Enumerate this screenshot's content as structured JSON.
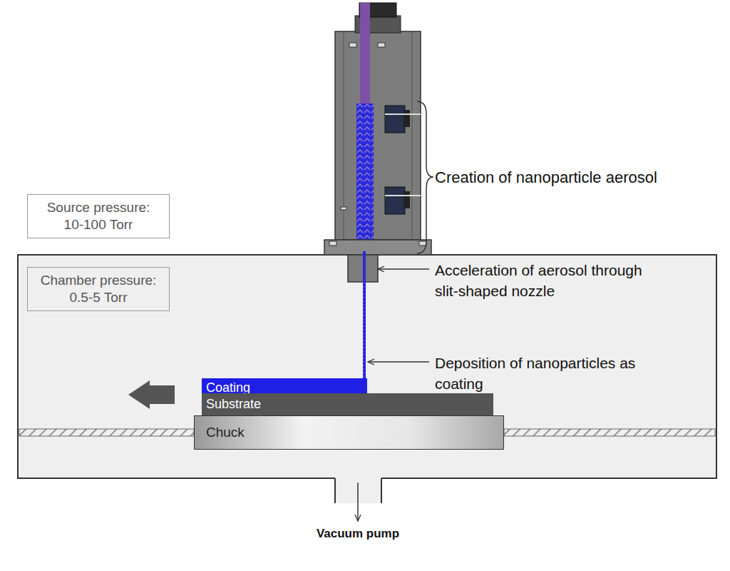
{
  "diagram": {
    "nodes": [
      {
        "text": [
          "Source pressure: 10-100 Torr"
        ]
      },
      {
        "text": [
          "Chamber pressure: 0.5-5 Torr"
        ]
      },
      {
        "text": [
          "Coating"
        ]
      },
      {
        "text": [
          "Substrate"
        ]
      },
      {
        "text": [
          "Chuck"
        ]
      }
    ],
    "labels": [
      "Creation of nanoparticle aerosol",
      "Acceleration of aerosol through slit-shaped nozzle",
      "Deposition of nanoparticles as coating",
      "Vacuum pump"
    ]
  }
}
